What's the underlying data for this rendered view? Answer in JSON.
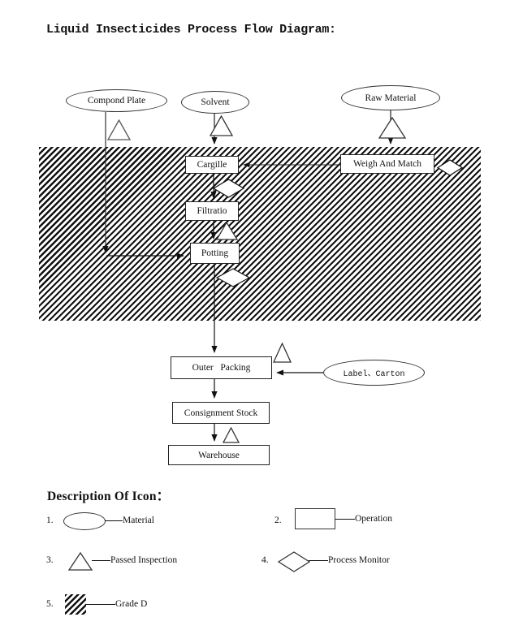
{
  "title": "Liquid Insecticides Process Flow Diagram:",
  "flow": {
    "materials": [
      {
        "label": "Compond Plate"
      },
      {
        "label": "Solvent"
      },
      {
        "label": "Raw Material"
      },
      {
        "label": "Label、Carton"
      }
    ],
    "operations": [
      {
        "label": "Cargille"
      },
      {
        "label": "Filtratio"
      },
      {
        "label": "Potting"
      },
      {
        "label": "Weigh And Match"
      },
      {
        "label": "Outer   Packing"
      },
      {
        "label": "Consignment Stock"
      },
      {
        "label": "Warehouse"
      }
    ],
    "zone": {
      "meaning": "Grade D area"
    }
  },
  "legend": {
    "heading": "Description Of Icon：",
    "items": [
      {
        "number": "1.",
        "icon": "oval",
        "label": "Material"
      },
      {
        "number": "2.",
        "icon": "rectangle",
        "label": "Operation"
      },
      {
        "number": "3.",
        "icon": "triangle",
        "label": "Passed Inspection"
      },
      {
        "number": "4.",
        "icon": "diamond",
        "label": "Process Monitor"
      },
      {
        "number": "5.",
        "icon": "hatch",
        "label": "Grade D"
      }
    ]
  },
  "colors": {
    "ink": "#111111",
    "background": "#ffffff"
  }
}
